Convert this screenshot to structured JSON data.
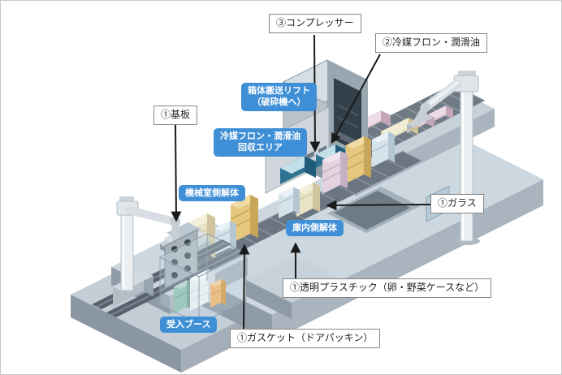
{
  "diagram": {
    "callouts": {
      "compressor": "③コンプレッサー",
      "refrigerant_oil": "②冷媒フロン・潤滑油",
      "circuit_board": "①基板",
      "glass": "①ガラス",
      "clear_plastic": "①透明プラスチック（卵・野菜ケースなど）",
      "gasket": "①ガスケット（ドアパッキン）"
    },
    "stations": {
      "lift_line1": "箱体搬送リフト",
      "lift_line2": "（破砕機へ）",
      "recovery_line1": "冷媒フロン・潤滑油",
      "recovery_line2": "回収エリア",
      "machine_side": "機械室側解体",
      "interior_side": "庫内側解体",
      "intake_booth": "受入ブース"
    },
    "colors": {
      "station_label_bg": "#3f8fd6",
      "station_label_text": "#ffffff",
      "callout_bg": "#ffffff",
      "callout_border": "#878787",
      "arrow": "#1a1a1a",
      "platform_top": "#ccd7e0",
      "recovery_machine_teal": "#2e7291",
      "frame_border": "#c9c9c9"
    }
  }
}
